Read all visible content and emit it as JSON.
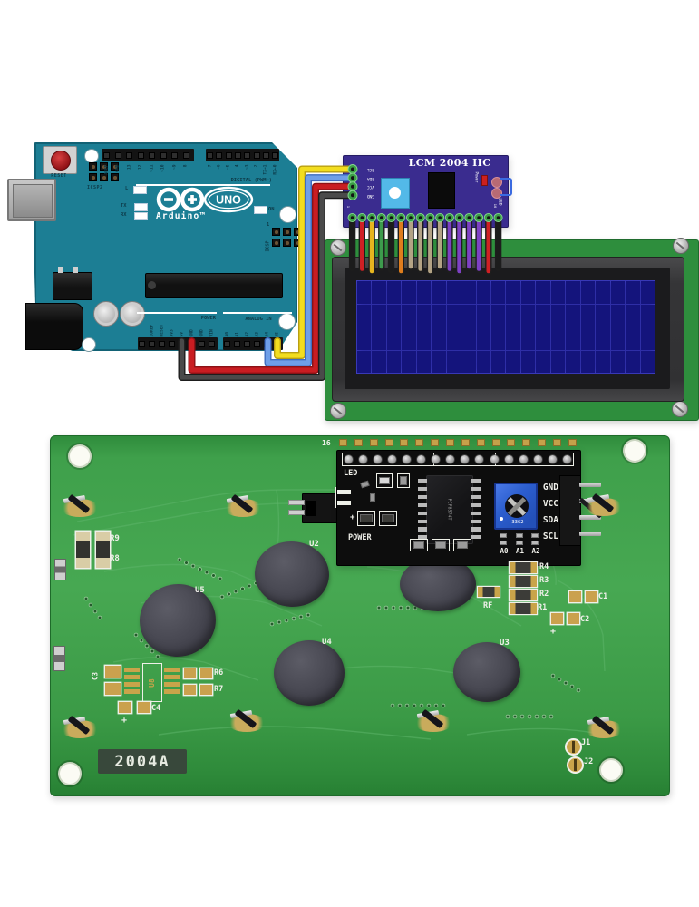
{
  "scene": {
    "background": "#ffffff"
  },
  "colors": {
    "teal": "#1c7e94",
    "purple": "#3a2c8f",
    "pcb_green": "#3fa04b",
    "lcd_pcb": "#2e8e3d",
    "lcd_cell": "#14147c",
    "lcd_grid": "#2e2ea6",
    "silk": "#f0f0ea",
    "navy": "#0d3b49"
  },
  "arduino": {
    "reset_label": "RESET",
    "icsp2_label": "ICSP2",
    "digital_caption": "DIGITAL (PWM~)",
    "digital_pins_left": [
      "AREF",
      "GND",
      "13",
      "12",
      "~11",
      "~10",
      "~9",
      "8"
    ],
    "digital_pins_right": [
      "7",
      "~6",
      "~5",
      "4",
      "~3",
      "2",
      "TX→1",
      "RX←0"
    ],
    "led_l_label": "L",
    "led_tx_label": "TX",
    "led_rx_label": "RX",
    "led_on_label": "ON",
    "logo_text": "UNO",
    "brand_text": "Arduino™",
    "icsp_label": "ICSP",
    "icsp_pin1_label": "1",
    "power_caption": "POWER",
    "power_pins": [
      "IOREF",
      "RESET",
      "3V3",
      "5V",
      "GND",
      "GND",
      "VIN"
    ],
    "analog_caption": "ANALOG IN",
    "analog_pins": [
      "A0",
      "A1",
      "A2",
      "A3",
      "A4",
      "A5"
    ]
  },
  "iic_front": {
    "title": "LCM 2004 IIC",
    "side_pins": [
      "SCL",
      "SDA",
      "VCC",
      "GND"
    ],
    "power_label": "Power",
    "led_label": "LED",
    "pin_first_label": "1",
    "pin_last_label": "16"
  },
  "hookup_wires": [
    {
      "signal": "SCL",
      "color": "#f2dd1f",
      "outline": "#b99f12"
    },
    {
      "signal": "SDA",
      "color": "#6f9fe8",
      "outline": "#3f6dbf"
    },
    {
      "signal": "VCC",
      "color": "#c91d22",
      "outline": "#8c1216"
    },
    {
      "signal": "GND",
      "color": "#4a4a4a",
      "outline": "#1d1d1d"
    }
  ],
  "jumper_wire_colors": [
    "#1c1c1c",
    "#d02024",
    "#e6b51f",
    "#3d9b4d",
    "#1c1c1c",
    "#df7d1d",
    "#b3a385",
    "#b3a385",
    "#b3a385",
    "#b3a385",
    "#7e41c4",
    "#7e41c4",
    "#7e41c4",
    "#7e41c4",
    "#d02024",
    "#1c1c1c"
  ],
  "lcd_front": {
    "rows": 4,
    "cols": 20
  },
  "lcd_back": {
    "pin16_label": "16",
    "model_label": "2004A",
    "backpack": {
      "led_label": "LED",
      "power_label": "POWER",
      "plus_label": "+",
      "chip_label": "PCF8574T",
      "pot_label": "3362",
      "pin_labels": [
        "GND",
        "VCC",
        "SDA",
        "SCL"
      ],
      "addr_labels": [
        "A0",
        "A1",
        "A2"
      ]
    },
    "ref_labels": {
      "r9": "R9",
      "r8": "R8",
      "c3": "C3",
      "u8": "U8",
      "r6": "R6",
      "r7": "R7",
      "c4": "C4",
      "c4_plus": "+",
      "r4": "R4",
      "r3": "R3",
      "r2": "R2",
      "r1": "R1",
      "rf": "RF",
      "c1": "C1",
      "c2": "C2",
      "c2_plus": "+",
      "j1": "J1",
      "j2": "J2",
      "u2": "U2",
      "u3": "U3",
      "u4": "U4",
      "u5": "U5"
    }
  }
}
